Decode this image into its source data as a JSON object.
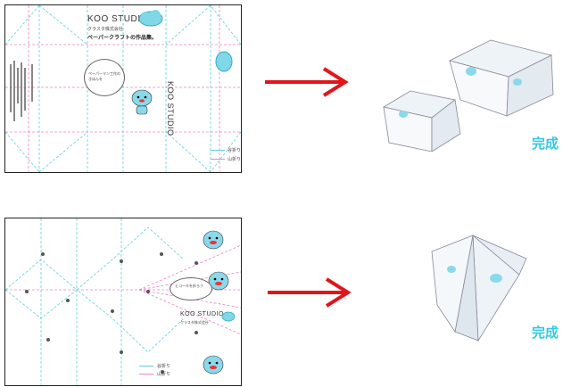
{
  "top_sheet": {
    "brand": "KOO STUDIO",
    "company": "クラスタ株式会社",
    "tagline": "ペーパークラフトの作品集。",
    "bubble_text": "ペーパーマン工作のきほんを",
    "side_brand": "KOO STUDIO",
    "legend": [
      "谷折り",
      "山折り"
    ]
  },
  "bottom_sheet": {
    "brand": "KOO STUDIO",
    "company": "クラスタ株式会社",
    "bubble_text": "ヒコーキを折ろう",
    "legend": [
      "谷折り",
      "山折り"
    ]
  },
  "labels": {
    "done_top": "完成",
    "done_bottom": "完成"
  },
  "colors": {
    "arrow": "#e0161b",
    "valley_fold": "#5fd0d8",
    "mountain_fold": "#ee82c9",
    "done_text": "#35c8e0"
  }
}
